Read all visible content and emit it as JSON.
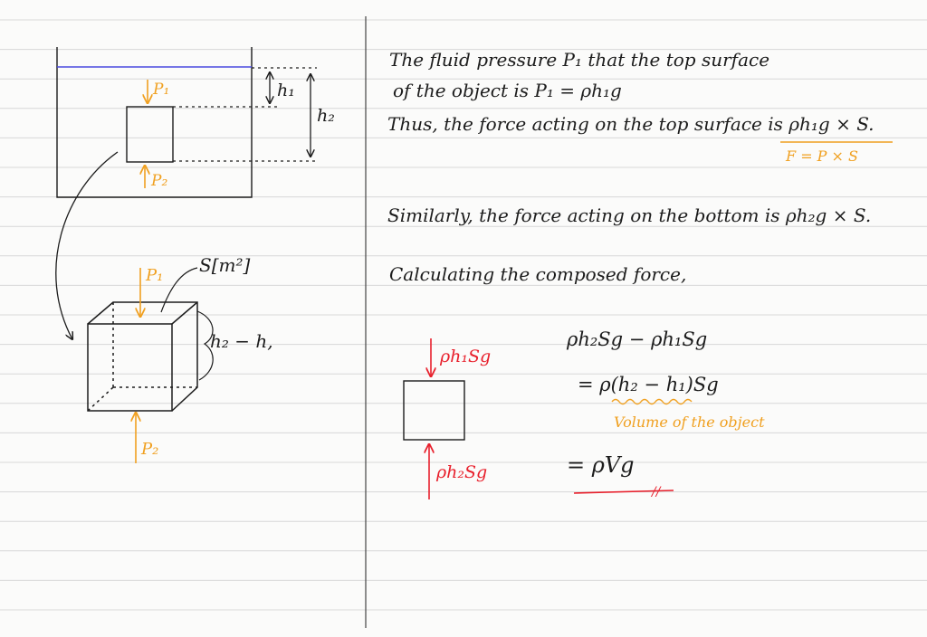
{
  "colors": {
    "ink": "#1c1c1c",
    "orange": "#f0a020",
    "red": "#e8202c",
    "water": "#4a4ae0",
    "ruled": "#d8d8d8"
  },
  "diagram": {
    "p1_top": "P₁",
    "p2_bottom": "P₂",
    "h1": "h₁",
    "h2": "h₂",
    "area": "S[m²]",
    "p1_cube": "P₁",
    "p2_cube": "P₂",
    "height_diff": "h₂ − h,",
    "force_top": "ρh₁Sg",
    "force_bottom": "ρh₂Sg"
  },
  "notes": {
    "line1": "The fluid pressure P₁ that the top surface",
    "line2": "of the object is  P₁ = ρh₁g",
    "line3": "Thus, the force acting on the top surface is  ρh₁g × S.",
    "formula_hint": "F = P × S",
    "line4": "Similarly, the force acting on the bottom is  ρh₂g × S.",
    "line5": "Calculating the composed force,",
    "calc1": "ρh₂Sg − ρh₁Sg",
    "calc2": "= ρ(h₂ − h₁)Sg",
    "volume_hint": "Volume of the object",
    "calc3": "= ρVg",
    "result_mark": "//"
  }
}
